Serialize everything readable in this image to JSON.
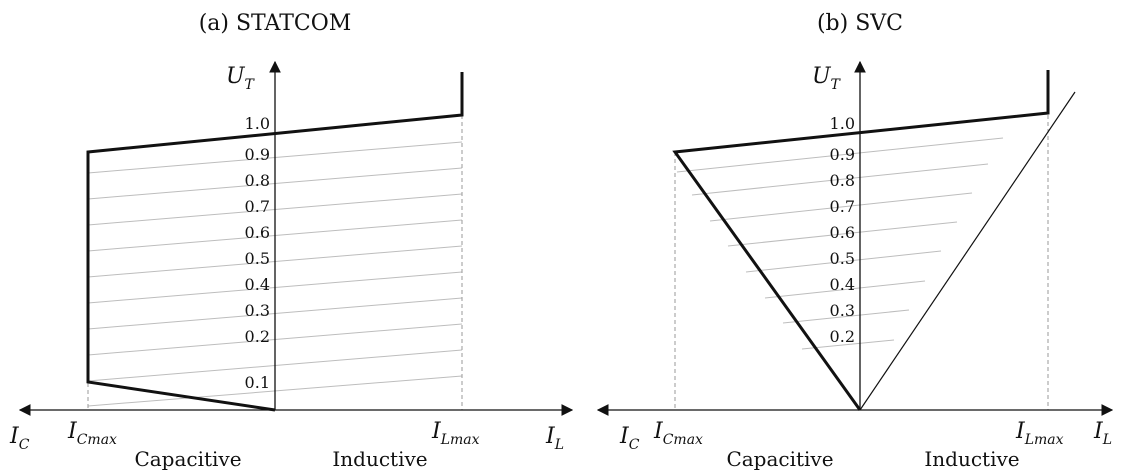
{
  "panels": [
    {
      "id": "statcom",
      "title": "(a) STATCOM",
      "y_axis_label": {
        "main": "U",
        "sub": "T"
      },
      "x_left_label": {
        "main": "I",
        "sub": "C"
      },
      "x_right_label": {
        "main": "I",
        "sub": "L"
      },
      "icmax_label": {
        "main": "I",
        "sub": "Cmax"
      },
      "ilmax_label": {
        "main": "I",
        "sub": "Lmax"
      },
      "region_left": "Capacitive",
      "region_right": "Inductive",
      "tick_labels": [
        "1.0",
        "0.9",
        "0.8",
        "0.7",
        "0.6",
        "0.5",
        "0.4",
        "0.3",
        "0.2",
        "0.1"
      ]
    },
    {
      "id": "svc",
      "title": "(b) SVC",
      "y_axis_label": {
        "main": "U",
        "sub": "T"
      },
      "x_left_label": {
        "main": "I",
        "sub": "C"
      },
      "x_right_label": {
        "main": "I",
        "sub": "L"
      },
      "icmax_label": {
        "main": "I",
        "sub": "Cmax"
      },
      "ilmax_label": {
        "main": "I",
        "sub": "Lmax"
      },
      "region_left": "Capacitive",
      "region_right": "Inductive",
      "tick_labels": [
        "1.0",
        "0.9",
        "0.8",
        "0.7",
        "0.6",
        "0.5",
        "0.4",
        "0.3",
        "0.2"
      ]
    }
  ]
}
